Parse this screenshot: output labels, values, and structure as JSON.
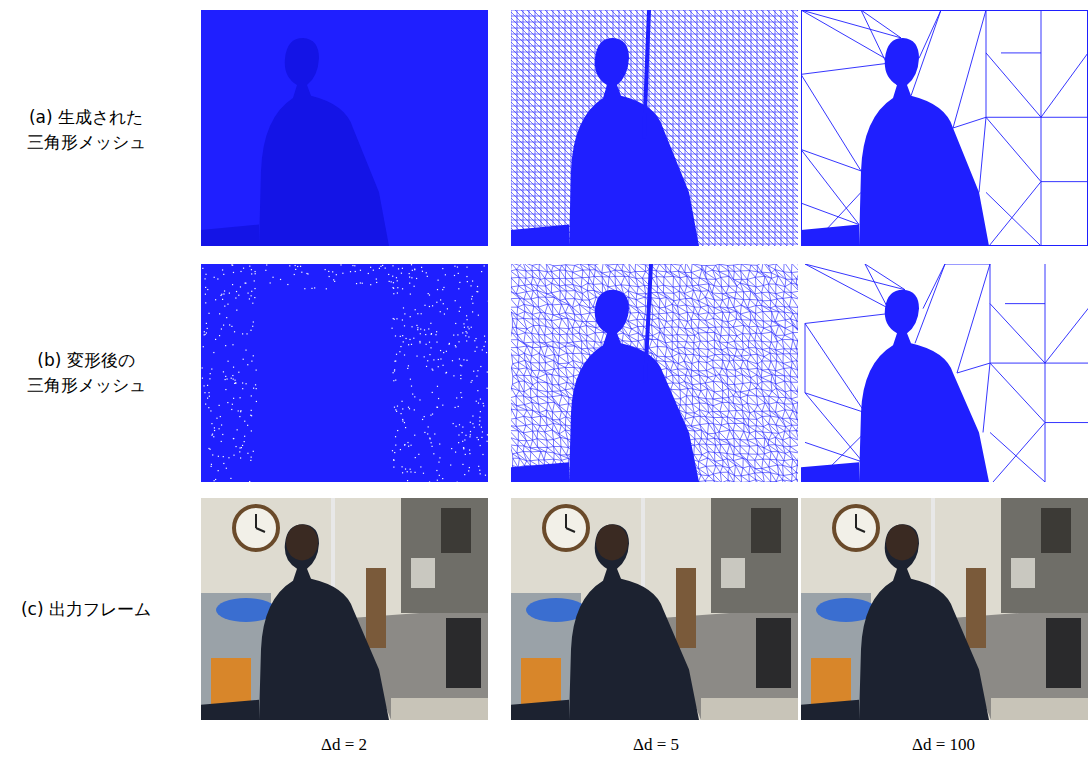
{
  "diagram": {
    "labels": [
      "(a) 生成された 三角形メッシュ",
      "(b) 変形後の 三角形メッシュ",
      "(c) 出力フレーム",
      "Δd = 2",
      "Δd = 5",
      "Δd = 100"
    ]
  }
}
